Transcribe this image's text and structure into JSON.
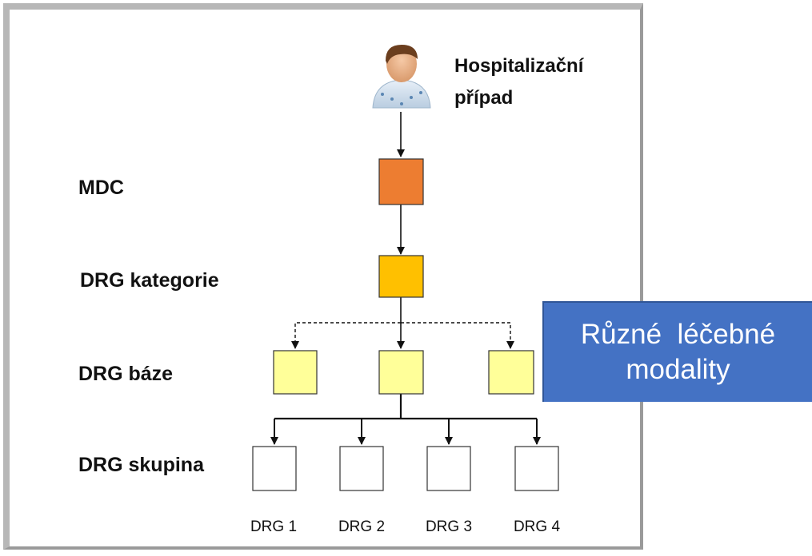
{
  "top_label": "Hospitalizační\npřípad",
  "levels": {
    "mdc": "MDC",
    "drg_category": "DRG kategorie",
    "drg_base": "DRG báze",
    "drg_group": "DRG skupina"
  },
  "leaves": [
    "DRG 1",
    "DRG 2",
    "DRG 3",
    "DRG 4"
  ],
  "callout": {
    "line1": "Různé  léčebné",
    "line2": "modality"
  },
  "colors": {
    "mdc_box": "#ed7d31",
    "category_box": "#ffc000",
    "base_box": "#ffff99",
    "group_box": "#ffffff",
    "callout_bg": "#4472c4"
  },
  "icons": {
    "patient": "patient-icon"
  }
}
